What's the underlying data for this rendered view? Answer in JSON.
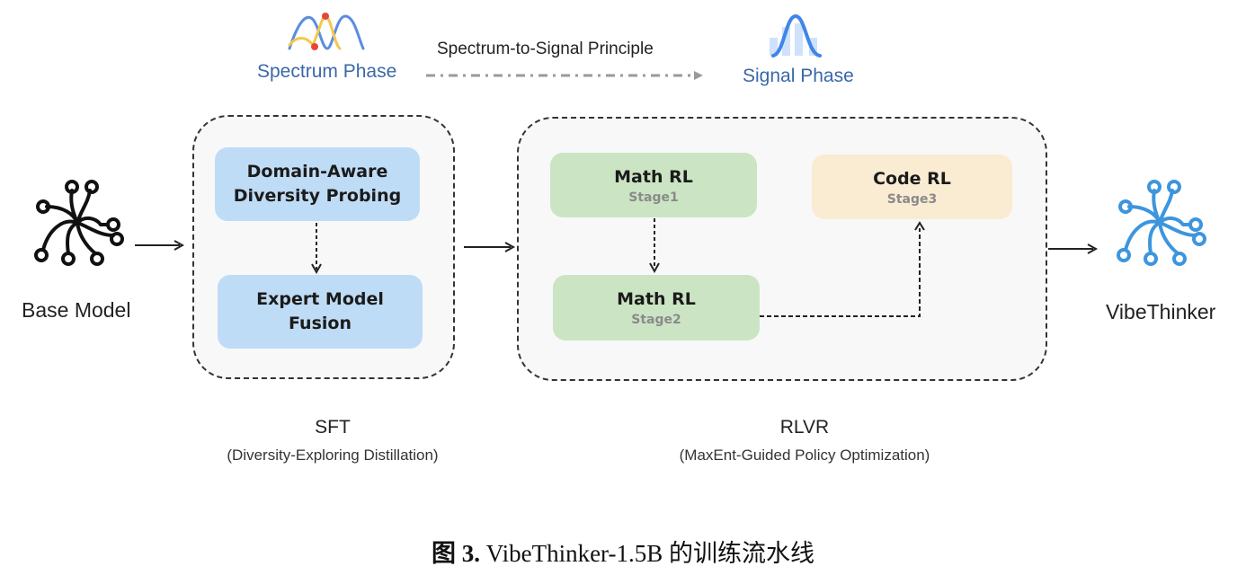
{
  "header": {
    "spectrum_phase": "Spectrum Phase",
    "principle": "Spectrum-to-Signal Principle",
    "signal_phase": "Signal Phase"
  },
  "input_model": {
    "label": "Base Model",
    "icon": "neural-swirl-icon",
    "color": "#111111"
  },
  "output_model": {
    "label": "VibeThinker",
    "icon": "neural-swirl-icon",
    "color": "#3d95dd"
  },
  "sft": {
    "title": "SFT",
    "subtitle": "(Diversity-Exploring Distillation)",
    "nodes": [
      {
        "title_line1": "Domain-Aware",
        "title_line2": "Diversity Probing"
      },
      {
        "title_line1": "Expert Model",
        "title_line2": "Fusion"
      }
    ]
  },
  "rlvr": {
    "title": "RLVR",
    "subtitle": "(MaxEnt-Guided Policy Optimization)",
    "nodes": [
      {
        "title": "Math RL",
        "stage": "Stage1"
      },
      {
        "title": "Math RL",
        "stage": "Stage2"
      },
      {
        "title": "Code RL",
        "stage": "Stage3"
      }
    ]
  },
  "colors": {
    "sft_node": "#bfdcf6",
    "math_node": "#cbe5c4",
    "code_node": "#faecd2",
    "phase_text": "#3a68a8",
    "spectrum_blue": "#5b8de0",
    "spectrum_yellow": "#f2c94c",
    "spectrum_red": "#e8453c"
  },
  "caption": {
    "prefix": "图 3.",
    "text": " VibeThinker-1.5B 的训练流水线"
  }
}
